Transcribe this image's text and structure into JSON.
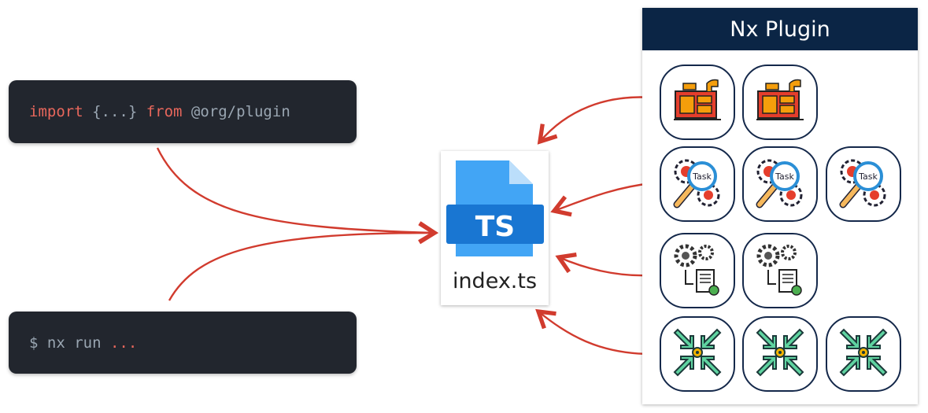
{
  "code_import": {
    "kw1": "import",
    "braces": " {...} ",
    "kw2": "from",
    "module": " @org/plugin"
  },
  "code_run": {
    "prompt": "$ nx run ",
    "dots": "..."
  },
  "file": {
    "badge": "TS",
    "name": "index.ts"
  },
  "panel": {
    "title": "Nx Plugin",
    "rows": [
      {
        "icon": "generator-machine-icon",
        "count": 2
      },
      {
        "icon": "task-executor-icon",
        "count": 3,
        "label": "Task"
      },
      {
        "icon": "gears-document-icon",
        "count": 2
      },
      {
        "icon": "compress-arrows-icon",
        "count": 3
      }
    ]
  },
  "colors": {
    "arrow": "#d13b2e",
    "header": "#0b2545",
    "code_bg": "#22262e",
    "keyword": "#e8675c",
    "ts_blue": "#1976d2"
  }
}
